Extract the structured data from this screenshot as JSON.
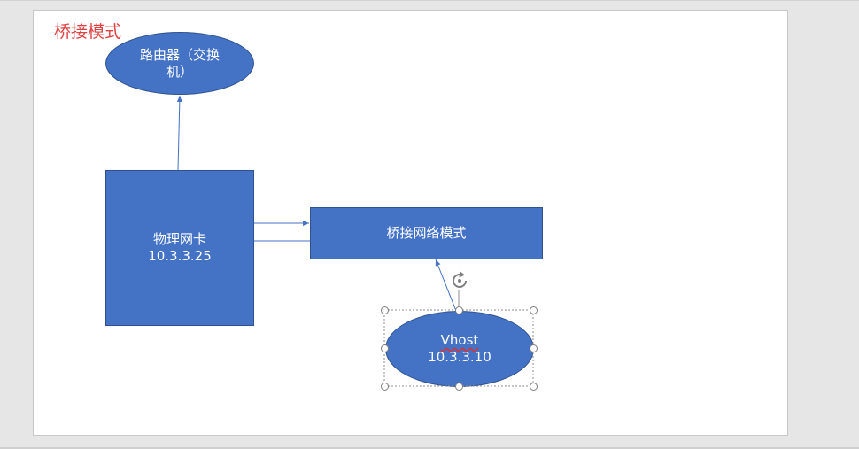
{
  "diagram": {
    "title": "桥接模式",
    "router": {
      "line1": "路由器（交换",
      "line2": "机）"
    },
    "nic": {
      "name": "物理网卡",
      "ip": "10.3.3.25"
    },
    "bridge": {
      "label": "桥接网络模式"
    },
    "vhost": {
      "name": "Vhost",
      "ip": "10.3.3.10"
    },
    "colors": {
      "shape_fill": "#4472c4",
      "shape_border": "#2f528f",
      "title": "#e04040",
      "arrow": "#4472c4"
    }
  }
}
